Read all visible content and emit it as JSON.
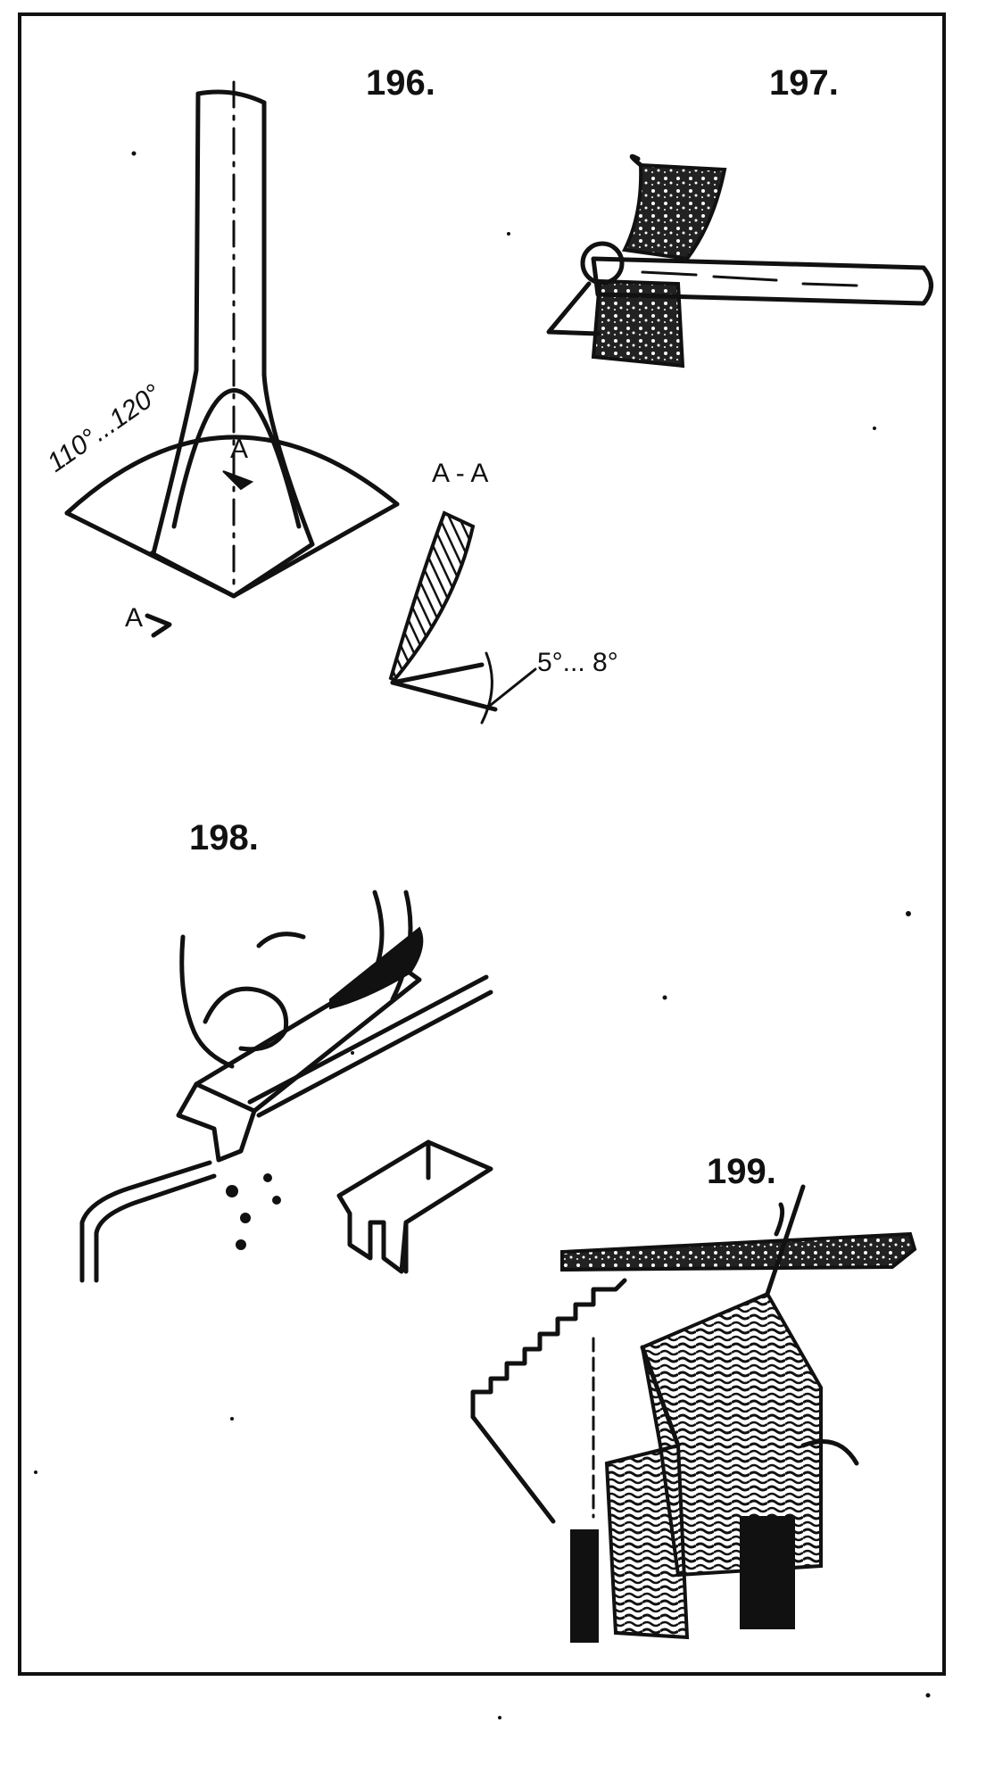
{
  "figures": [
    {
      "number": "196."
    },
    {
      "number": "197."
    },
    {
      "number": "198."
    },
    {
      "number": "199."
    }
  ],
  "fig196": {
    "angle_label": "110°...120°",
    "section_mark_top": "A",
    "section_mark_bottom": "A",
    "section_title": "A - A",
    "bevel_angle_label": "5°... 8°"
  },
  "colors": {
    "ink": "#111111",
    "paper": "#ffffff"
  }
}
